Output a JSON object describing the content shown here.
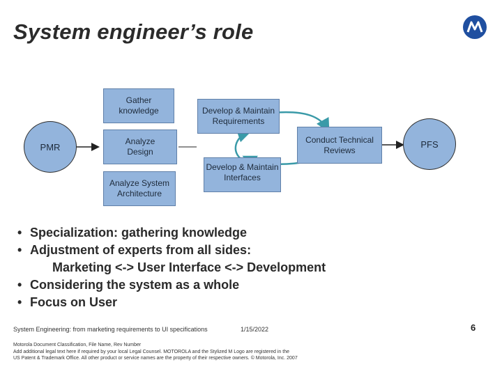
{
  "slide": {
    "title": "System engineer’s role",
    "page_number": "6"
  },
  "diagram": {
    "pmr": "PMR",
    "gather": "Gather knowledge",
    "analyze_design": "Analyze Design",
    "analyze_arch": "Analyze System Architecture",
    "dev_req": "Develop & Maintain Requirements",
    "dev_int": "Develop & Maintain Interfaces",
    "review": "Conduct Technical Reviews",
    "pfs": "PFS"
  },
  "bullets": {
    "b1": "Specialization: gathering knowledge",
    "b2": "Adjustment of experts from all sides:",
    "b2_sub": "Marketing <-> User Interface <-> Development",
    "b3": "Considering the system as a whole",
    "b4": "Focus on User"
  },
  "footer": {
    "doc_title": "System Engineering: from marketing requirements to UI specifications",
    "date": "1/15/2022",
    "legal_1": "Motorola Document Classification, File Name, Rev Number",
    "legal_2": "Add additional legal text here if required by your local Legal Counsel.  MOTOROLA and the Stylized M Logo are registered in the",
    "legal_3": "US Patent & Trademark Office. All other product or service names are the property of their respective owners. © Motorola, Inc. 2007"
  },
  "colors": {
    "box_fill": "#93b4dc",
    "arrow": "#3a9aa8",
    "logo": "#1f4fa0"
  },
  "icons": {
    "logo": "motorola-logo-icon"
  }
}
